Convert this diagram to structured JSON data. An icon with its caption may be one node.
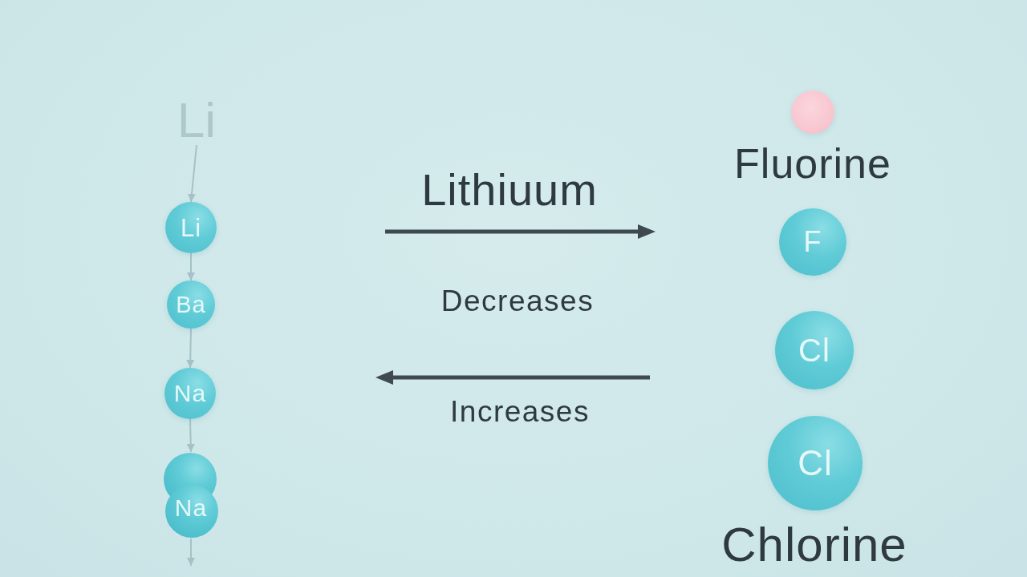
{
  "diagram": {
    "nodes": [
      {
        "text": [
          "Li"
        ]
      },
      {
        "text": [
          "Li"
        ]
      },
      {
        "text": [
          "Ba"
        ]
      },
      {
        "text": [
          "Na"
        ]
      },
      {
        "text": [
          "Na"
        ]
      },
      {
        "text": [],
        "shape": "circle"
      },
      {
        "text": [
          "F"
        ],
        "beside": [
          "Fluorine"
        ]
      },
      {
        "text": [
          "Cl"
        ]
      },
      {
        "text": [
          "Cl"
        ],
        "beside": [
          "Chlorine"
        ]
      }
    ],
    "edges": [
      {
        "from": 0,
        "to": 1,
        "arrow": "to"
      },
      {
        "from": 1,
        "to": 2,
        "arrow": "to"
      },
      {
        "from": 2,
        "to": 3,
        "arrow": "to"
      },
      {
        "from": 3,
        "to": 4,
        "arrow": "to"
      },
      {
        "from": 4,
        "to": null,
        "arrow": "to"
      }
    ],
    "labels": [
      "Lithiuum",
      "Decreases",
      "Increases"
    ]
  }
}
